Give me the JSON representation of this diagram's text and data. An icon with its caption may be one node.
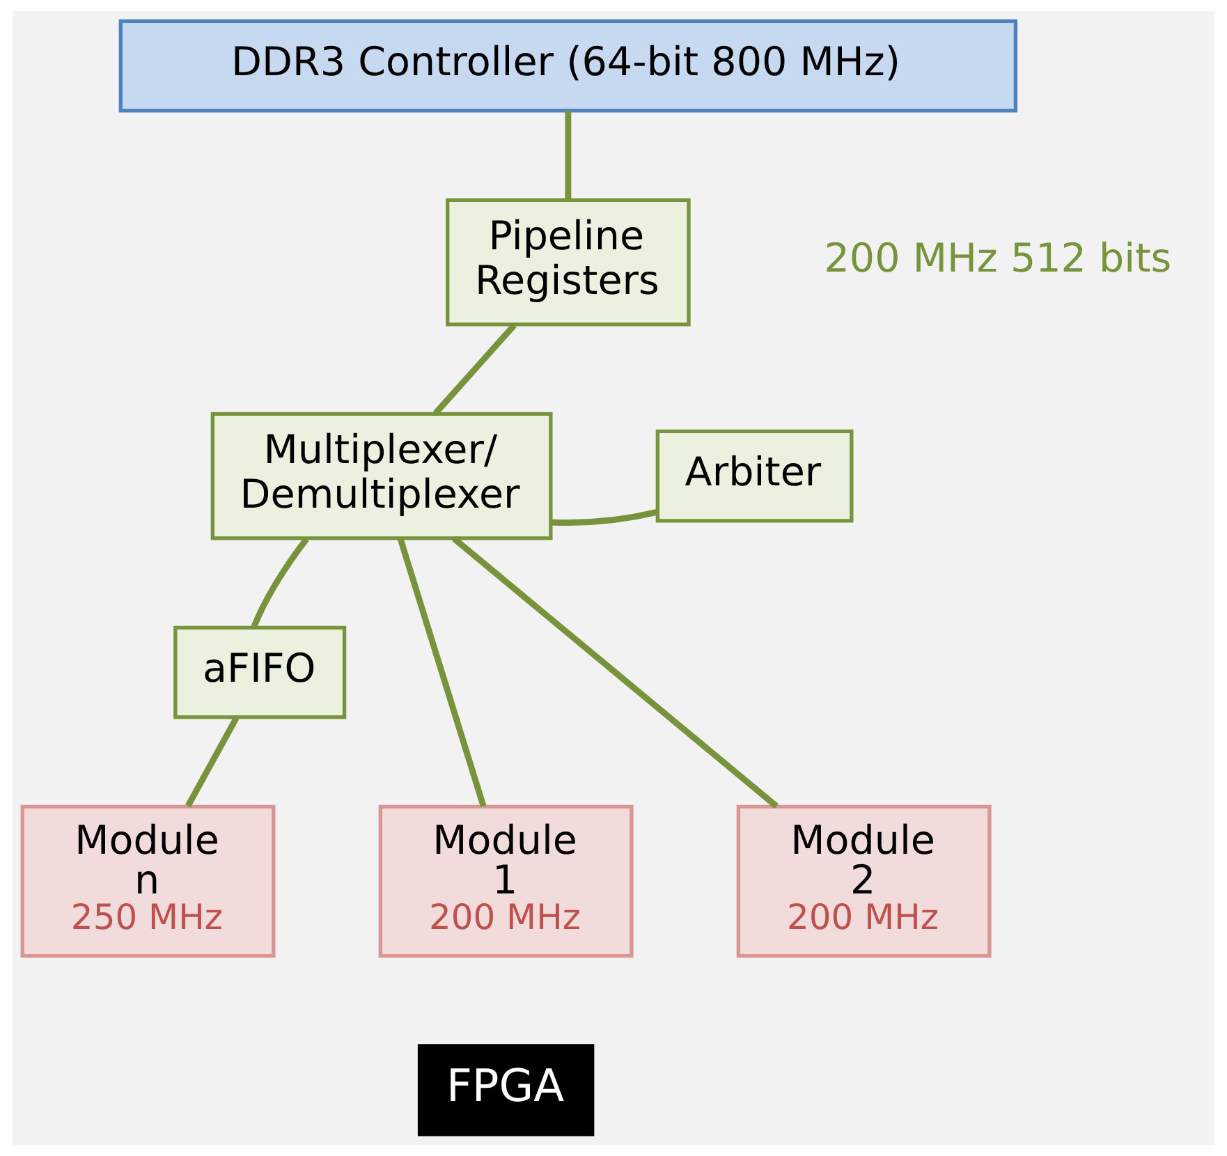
{
  "diagram": {
    "nodes": [
      {
        "text": [
          "DDR3 Controller (64-bit 800 MHz)"
        ]
      },
      {
        "text": [
          "Pipeline Registers"
        ]
      },
      {
        "text": [
          "Multiplexer/ Demultiplexer"
        ]
      },
      {
        "text": [
          "Arbiter"
        ]
      },
      {
        "text": [
          "aFIFO"
        ]
      },
      {
        "text": [
          "Module 1",
          "200 MHz"
        ]
      },
      {
        "text": [
          "Module 2",
          "200 MHz"
        ]
      },
      {
        "text": [
          "Module n",
          "250 MHz"
        ]
      }
    ],
    "edges": [
      {
        "from": 0,
        "to": 1,
        "arrow": "none"
      },
      {
        "from": 1,
        "to": 2,
        "arrow": "none"
      },
      {
        "from": 2,
        "to": 3,
        "arrow": "none"
      },
      {
        "from": 2,
        "to": 5,
        "arrow": "none"
      },
      {
        "from": 2,
        "to": 6,
        "arrow": "none"
      },
      {
        "from": 2,
        "to": 4,
        "arrow": "none"
      },
      {
        "from": 4,
        "to": 7,
        "arrow": "none"
      }
    ],
    "labels": [
      "200 MHz 512 bits",
      "FPGA"
    ]
  }
}
